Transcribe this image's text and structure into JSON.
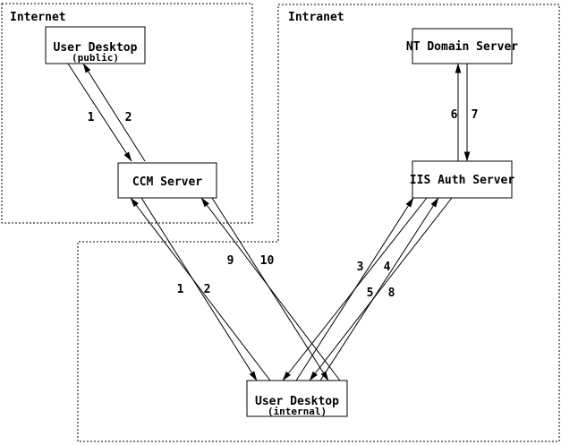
{
  "diagram": {
    "zones": [
      {
        "label": "Internet"
      },
      {
        "label": "Intranet"
      }
    ],
    "nodes": [
      {
        "title": "User Desktop",
        "subtitle": "(public)"
      },
      {
        "title": "CCM Server"
      },
      {
        "title": "NT Domain Server"
      },
      {
        "title": "IIS Auth Server"
      },
      {
        "title": "User Desktop",
        "subtitle": "(internal)"
      }
    ],
    "arrows": [
      {
        "label": "1",
        "from": "user-desktop-public",
        "to": "ccm-server"
      },
      {
        "label": "2",
        "from": "ccm-server",
        "to": "user-desktop-public"
      },
      {
        "label": "1",
        "from": "user-desktop-internal",
        "to": "ccm-server"
      },
      {
        "label": "2",
        "from": "ccm-server",
        "to": "user-desktop-internal"
      },
      {
        "label": "9",
        "from": "user-desktop-internal",
        "to": "ccm-server"
      },
      {
        "label": "10",
        "from": "ccm-server",
        "to": "user-desktop-internal"
      },
      {
        "label": "3",
        "from": "user-desktop-internal",
        "to": "iis-auth-server"
      },
      {
        "label": "4",
        "from": "iis-auth-server",
        "to": "user-desktop-internal"
      },
      {
        "label": "5",
        "from": "user-desktop-internal",
        "to": "iis-auth-server"
      },
      {
        "label": "8",
        "from": "iis-auth-server",
        "to": "user-desktop-internal"
      },
      {
        "label": "6",
        "from": "iis-auth-server",
        "to": "nt-domain-server"
      },
      {
        "label": "7",
        "from": "nt-domain-server",
        "to": "iis-auth-server"
      }
    ],
    "colors": {
      "line": "#000000",
      "background": "#ffffff",
      "text": "#000000"
    }
  }
}
